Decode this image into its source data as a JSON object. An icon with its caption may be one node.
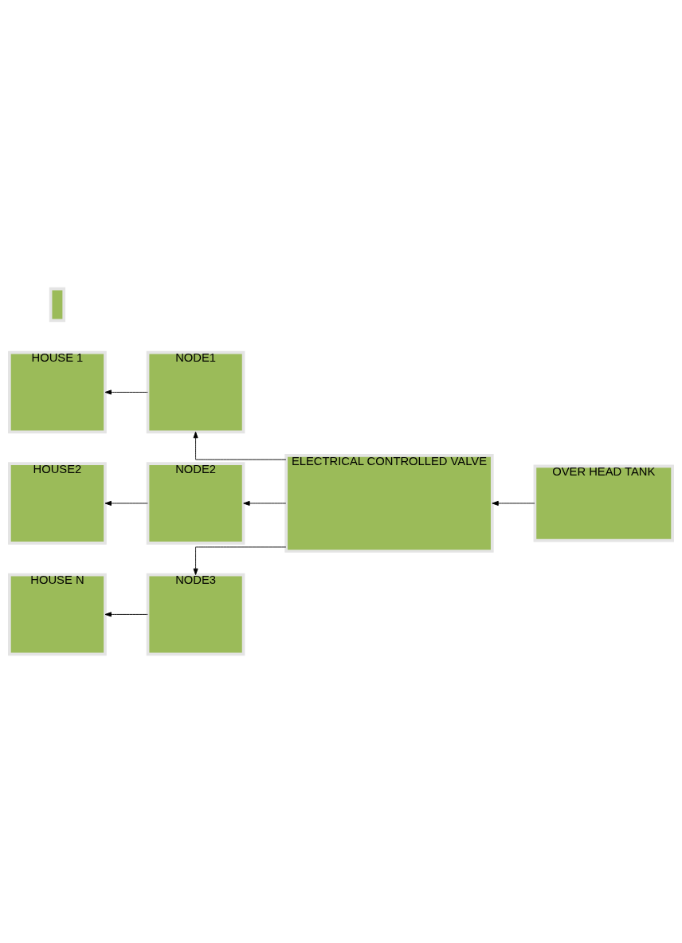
{
  "diagram": {
    "nodes": [
      {
        "text": [
          "OVER HEAD TANK"
        ]
      },
      {
        "text": [
          "ELECTRICAL CONTROLLED VALVE"
        ]
      },
      {
        "text": [
          "HOUSE 1"
        ]
      },
      {
        "text": [
          "NODE1"
        ]
      },
      {
        "text": [
          "HOUSE2"
        ]
      },
      {
        "text": [
          "NODE2"
        ]
      },
      {
        "text": [],
        "shape": "bar"
      },
      {
        "text": [
          "HOUSE N"
        ]
      },
      {
        "text": [
          "NODE3"
        ]
      }
    ],
    "edges": [
      {
        "from": 0,
        "to": 1,
        "arrow": "to"
      },
      {
        "from": 1,
        "to": 3,
        "arrow": "to"
      },
      {
        "from": 3,
        "to": 2,
        "arrow": "to"
      },
      {
        "from": 1,
        "to": 5,
        "arrow": "to"
      },
      {
        "from": 5,
        "to": 4,
        "arrow": "to"
      },
      {
        "from": 1,
        "to": 8,
        "arrow": "to"
      },
      {
        "from": 8,
        "to": 7,
        "arrow": "to"
      }
    ]
  }
}
